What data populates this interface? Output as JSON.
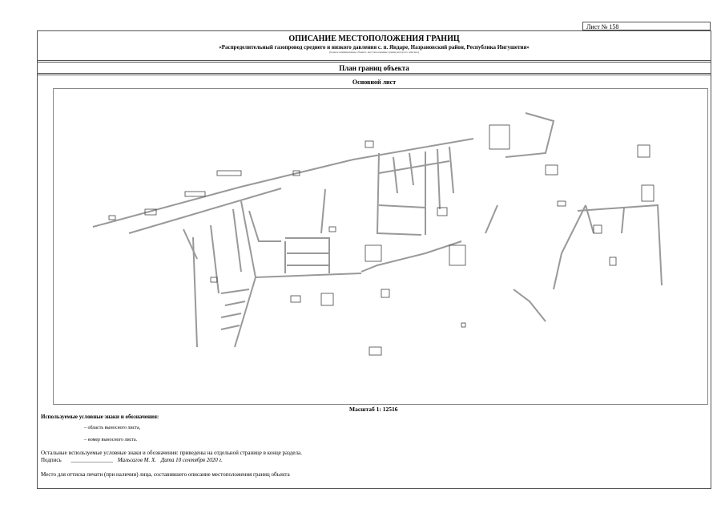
{
  "sheet_number": "Лист № 158",
  "title": "ОПИСАНИЕ МЕСТОПОЛОЖЕНИЯ ГРАНИЦ",
  "object_name": "«Распределительный газопровод среднего и низкого давления с. п. Яндаре, Назрановский район, Республика Ингушетия»",
  "object_caption": "(полное наименование объекта, местоположение границ которого описано)",
  "section_title": "План границ объекта",
  "main_sheet": "Основной лист",
  "scale": "Масштаб 1: 12516",
  "legend": {
    "title": "Используемые условные знаки и обозначения:",
    "items": [
      "– область выносного листа,",
      "– номер выносного листа."
    ]
  },
  "other_signs": "Остальные используемые условные знаки и обозначения: приведены на отдельной странице в конце раздела.",
  "signature": {
    "label": "Подпись",
    "line": "_______________",
    "name": "Мальсагов М. Х.",
    "date_label": "Дата",
    "date": "10 сентября 2020 г."
  },
  "stamp_place": "Место для оттиска печати (при наличии) лица, составившего описание местоположения границ объекта"
}
